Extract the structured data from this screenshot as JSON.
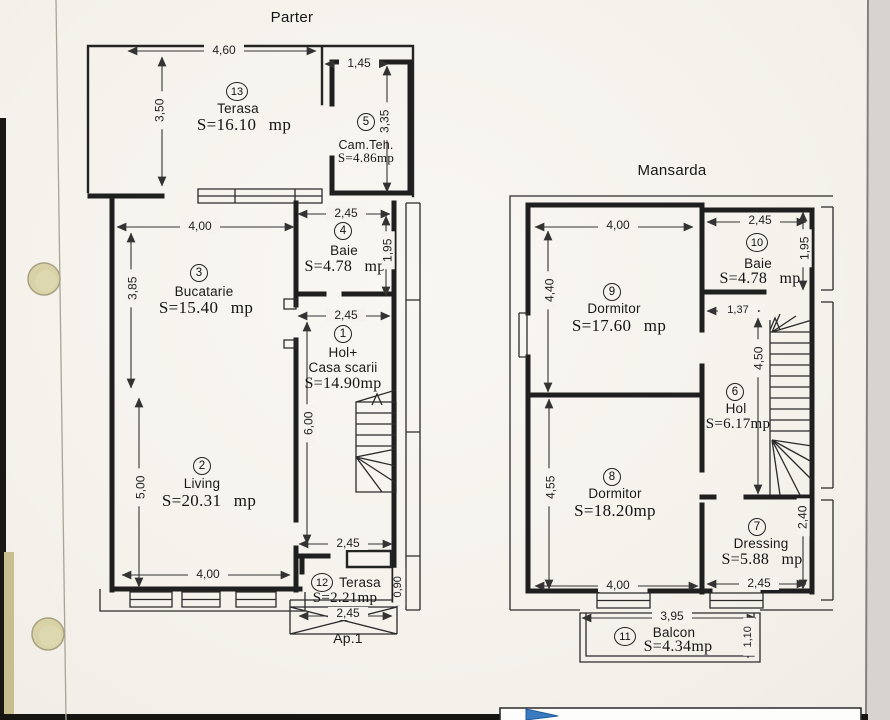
{
  "colors": {
    "paper": "#f6f3ee",
    "ink": "#222222",
    "accent_blue": "#3a7bbf"
  },
  "parter": {
    "title": "Parter",
    "entrance_label": "Ap.1",
    "rooms": {
      "terasa13": {
        "num": "13",
        "name": "Terasa",
        "area": "S=16.10 mp"
      },
      "camteh5": {
        "num": "5",
        "name": "Cam.Teh.",
        "area": "S=4.86mp"
      },
      "baie4": {
        "num": "4",
        "name": "Baie",
        "area": "S=4.78 mp"
      },
      "bucatarie3": {
        "num": "3",
        "name": "Bucatarie",
        "area": "S=15.40 mp"
      },
      "hol1": {
        "num": "1",
        "name": "Hol+",
        "name2": "Casa scarii",
        "area": "S=14.90mp"
      },
      "living2": {
        "num": "2",
        "name": "Living",
        "area": "S=20.31 mp"
      },
      "terasa12": {
        "num": "12",
        "name": "Terasa",
        "area": "S=2.21mp"
      }
    },
    "dims": {
      "terasa_w": "4,60",
      "terasa_h": "3,50",
      "camteh_w": "1,45",
      "camteh_h": "3,35",
      "bucatarie_w": "4,00",
      "bucatarie_h": "3,85",
      "baie_w": "2,45",
      "baie_h": "1,95",
      "hol_w": "2,45",
      "hol_h": "6,00",
      "living_h": "5,00",
      "living_w": "4,00",
      "terasa12_w": "2,45",
      "terasa12_h": "0,90",
      "entry_w": "2,45"
    }
  },
  "mansarda": {
    "title": "Mansarda",
    "rooms": {
      "dormitor9": {
        "num": "9",
        "name": "Dormitor",
        "area": "S=17.60 mp"
      },
      "baie10": {
        "num": "10",
        "name": "Baie",
        "area": "S=4.78 mp"
      },
      "hol6": {
        "num": "6",
        "name": "Hol",
        "area": "S=6.17mp"
      },
      "dormitor8": {
        "num": "8",
        "name": "Dormitor",
        "area": "S=18.20mp"
      },
      "dressing7": {
        "num": "7",
        "name": "Dressing",
        "area": "S=5.88 mp"
      },
      "balcon11": {
        "num": "11",
        "name": "Balcon",
        "area": "S=4.34mp"
      }
    },
    "dims": {
      "dormitor9_w": "4,00",
      "dormitor9_h": "4,40",
      "baie_w": "2,45",
      "baie_h": "1,95",
      "hol_offset": "1,37",
      "stairs_h": "4,50",
      "dormitor8_h": "4,55",
      "dormitor8_w": "4,00",
      "dressing_h": "2,40",
      "dressing_w": "2,45",
      "balcon_w": "3,95",
      "balcon_h": "1,10"
    }
  }
}
